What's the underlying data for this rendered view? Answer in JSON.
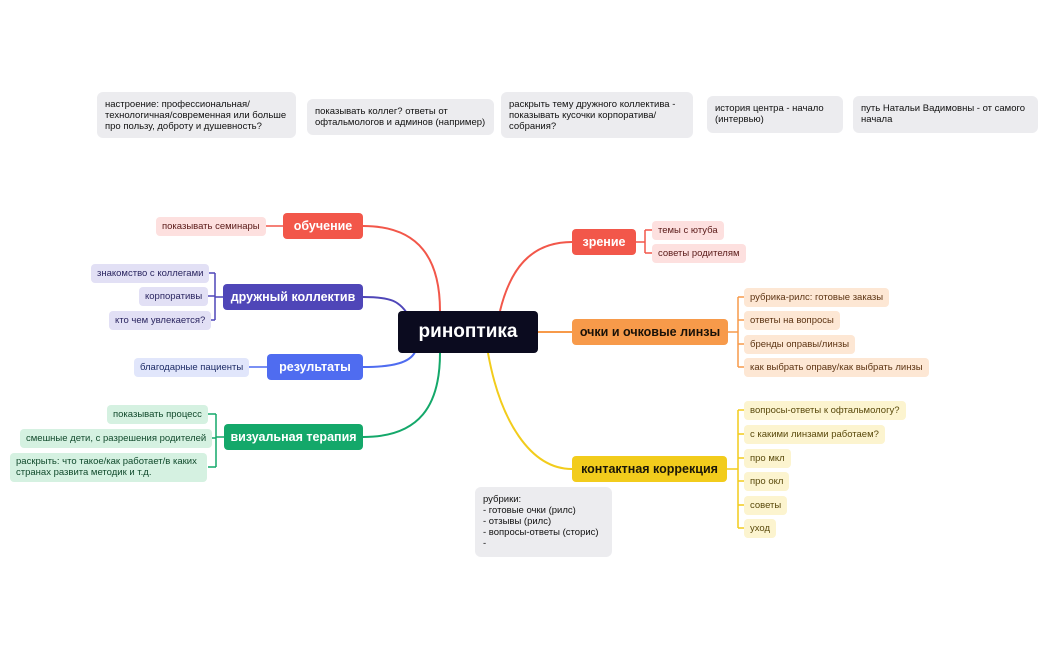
{
  "notes": {
    "mood": "настроение: профессиональная/ технологичная/современная или больше про пользу, доброту и душевность?",
    "colleagues": "показывать коллег? ответы от офтальмологов и админов (например)",
    "team": "раскрыть тему дружного коллектива - показывать кусочки корпоратива/ собрания?",
    "history": "история центра - начало (интервью)",
    "path": "путь Натальи Вадимовны - от самого начала",
    "rubrics": "рубрики:\n- готовые очки (рилс)\n- отзывы (рилс)\n- вопросы-ответы (сторис)\n-"
  },
  "center": "риноптика",
  "branches": {
    "learning": {
      "label": "обучение",
      "color": "#f2574a",
      "items": [
        "показывать семинары"
      ]
    },
    "team": {
      "label": "дружный коллектив",
      "color": "#4f46b8",
      "items": [
        "знакомство с коллегами",
        "корпоративы",
        "кто чем увлекается?"
      ]
    },
    "results": {
      "label": "результаты",
      "color": "#4f6cf0",
      "items": [
        "благодарные пациенты"
      ]
    },
    "visual": {
      "label": "визуальная терапия",
      "color": "#14a86a",
      "items": [
        "показывать процесс",
        "смешные дети, с разрешения родителей",
        "раскрыть: что такое/как работает/в каких странах развита методик и т.д."
      ]
    },
    "vision": {
      "label": "зрение",
      "color": "#f2574a",
      "items": [
        "темы с ютуба",
        "советы родителям"
      ]
    },
    "glasses": {
      "label": "очки и очковые линзы",
      "color": "#f79a4a",
      "items": [
        "рубрика-рилс: готовые заказы",
        "ответы на вопросы",
        "бренды оправы/линзы",
        "как выбрать оправу/как выбрать линзы"
      ]
    },
    "contact": {
      "label": "контактная коррекция",
      "color": "#f2cc1c",
      "items": [
        "вопросы-ответы к офтальмологу?",
        "с какими линзами работаем?",
        "про мкл",
        "про окл",
        "советы",
        "уход"
      ]
    }
  }
}
